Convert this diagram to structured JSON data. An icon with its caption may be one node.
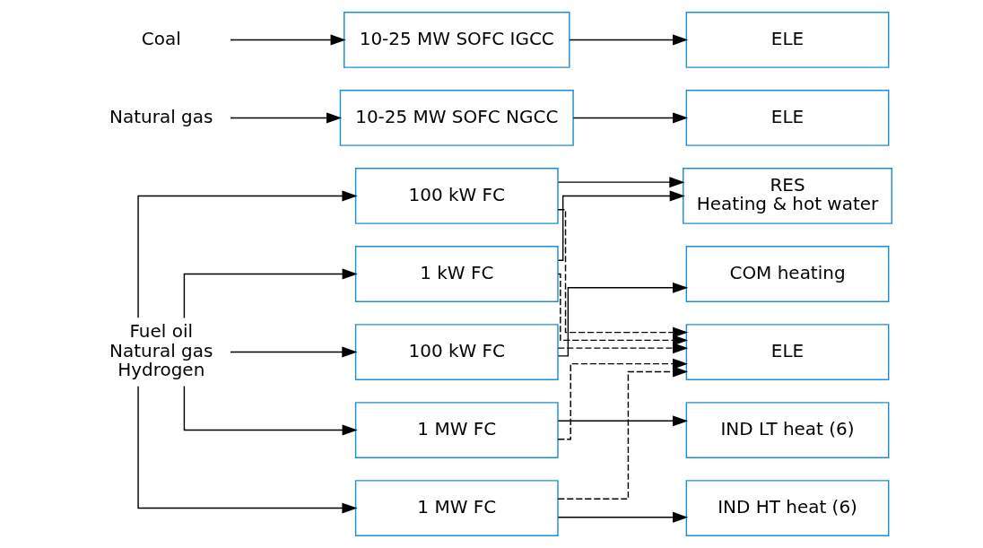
{
  "diagram": {
    "nodes": [
      {
        "text": [
          "Fuel oil",
          "Natural gas",
          "Hydrogen"
        ]
      },
      {
        "text": [
          "1 kW FC"
        ]
      },
      {
        "text": [
          "100 kW FC"
        ]
      },
      {
        "text": [
          "100 kW FC"
        ]
      },
      {
        "text": [
          "1 MW FC"
        ]
      },
      {
        "text": [
          "1 MW FC"
        ]
      },
      {
        "text": [
          "RES",
          "Heating & hot water"
        ]
      },
      {
        "text": [
          "COM heating"
        ]
      },
      {
        "text": [
          "IND LT heat (6)"
        ]
      },
      {
        "text": [
          "IND HT heat (6)"
        ]
      },
      {
        "text": [
          "ELE"
        ]
      },
      {
        "text": [
          "Natural gas"
        ]
      },
      {
        "text": [
          "10-25 MW SOFC NGCC"
        ]
      },
      {
        "text": [
          "ELE"
        ]
      },
      {
        "text": [
          "Coal"
        ]
      },
      {
        "text": [
          "10-25 MW SOFC IGCC"
        ]
      },
      {
        "text": [
          "ELE"
        ]
      }
    ],
    "edges": [
      {
        "from": 0,
        "to": 1,
        "arrow": "to"
      },
      {
        "from": 0,
        "to": 2,
        "arrow": "to"
      },
      {
        "from": 0,
        "to": 3,
        "arrow": "to"
      },
      {
        "from": 0,
        "to": 4,
        "arrow": "to"
      },
      {
        "from": 0,
        "to": 5,
        "arrow": "to"
      },
      {
        "from": 1,
        "to": 6,
        "arrow": "to"
      },
      {
        "from": 2,
        "to": 6,
        "arrow": "to"
      },
      {
        "from": 3,
        "to": 7,
        "arrow": "to"
      },
      {
        "from": 4,
        "to": 8,
        "arrow": "to"
      },
      {
        "from": 5,
        "to": 9,
        "arrow": "to"
      },
      {
        "from": 1,
        "to": 10,
        "arrow": "to",
        "style": "dashed"
      },
      {
        "from": 2,
        "to": 10,
        "arrow": "to",
        "style": "dashed"
      },
      {
        "from": 3,
        "to": 10,
        "arrow": "to",
        "style": "dashed"
      },
      {
        "from": 4,
        "to": 10,
        "arrow": "to",
        "style": "dashed"
      },
      {
        "from": 5,
        "to": 10,
        "arrow": "to",
        "style": "dashed"
      },
      {
        "from": 11,
        "to": 12,
        "arrow": "to"
      },
      {
        "from": 12,
        "to": 13,
        "arrow": "to"
      },
      {
        "from": 14,
        "to": 15,
        "arrow": "to"
      },
      {
        "from": 15,
        "to": 16,
        "arrow": "to"
      }
    ]
  }
}
